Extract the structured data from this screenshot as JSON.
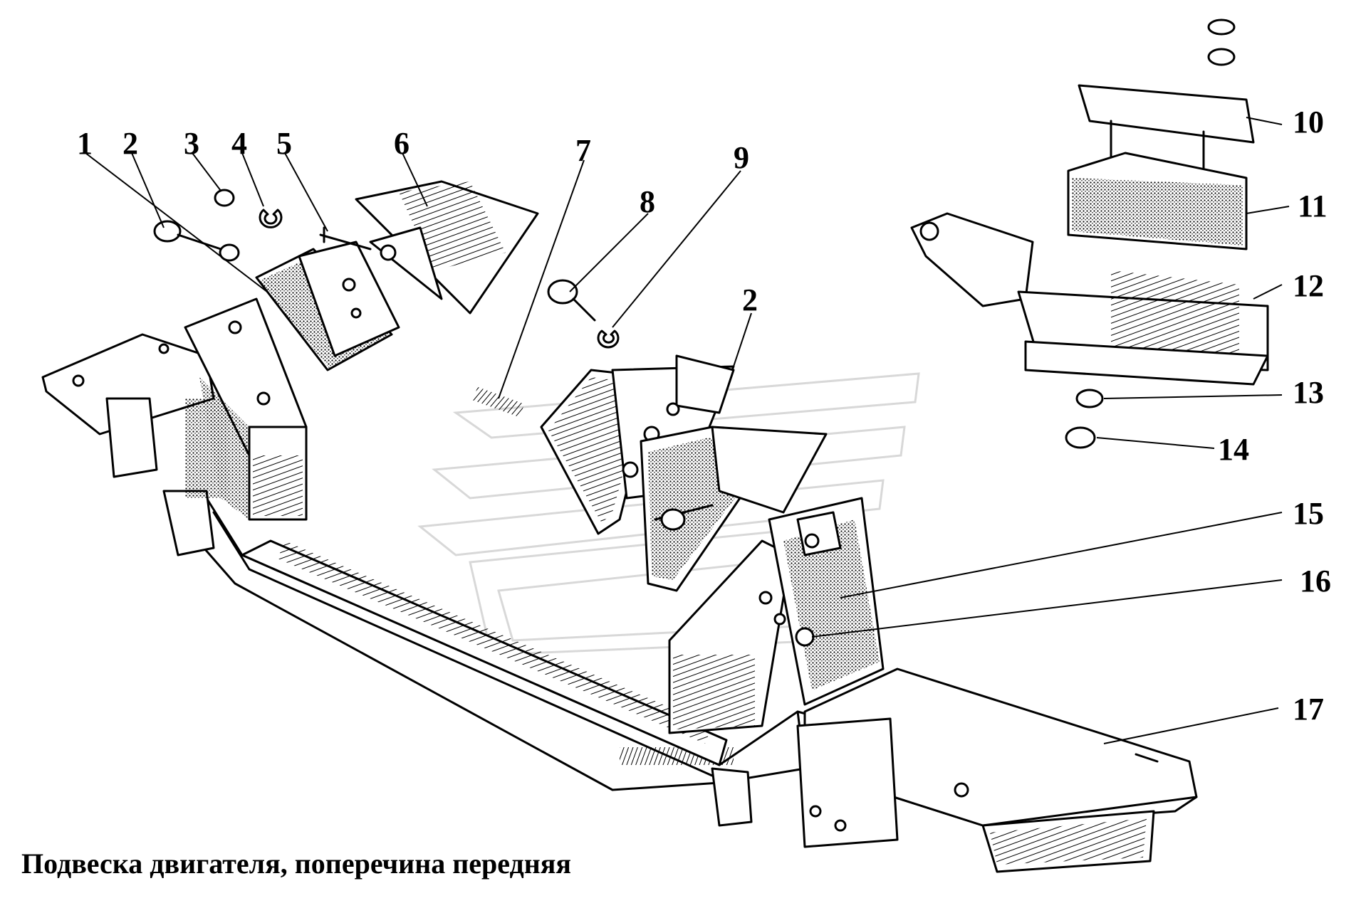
{
  "caption": "Подвеска двигателя, поперечина передняя",
  "callouts": [
    {
      "id": "1",
      "label": "1"
    },
    {
      "id": "2a",
      "label": "2"
    },
    {
      "id": "3",
      "label": "3"
    },
    {
      "id": "4",
      "label": "4"
    },
    {
      "id": "5",
      "label": "5"
    },
    {
      "id": "6",
      "label": "6"
    },
    {
      "id": "7",
      "label": "7"
    },
    {
      "id": "8",
      "label": "8"
    },
    {
      "id": "9",
      "label": "9"
    },
    {
      "id": "2b",
      "label": "2"
    },
    {
      "id": "10",
      "label": "10"
    },
    {
      "id": "11",
      "label": "11"
    },
    {
      "id": "12",
      "label": "12"
    },
    {
      "id": "13",
      "label": "13"
    },
    {
      "id": "14",
      "label": "14"
    },
    {
      "id": "15",
      "label": "15"
    },
    {
      "id": "16",
      "label": "16"
    },
    {
      "id": "17",
      "label": "17"
    }
  ]
}
